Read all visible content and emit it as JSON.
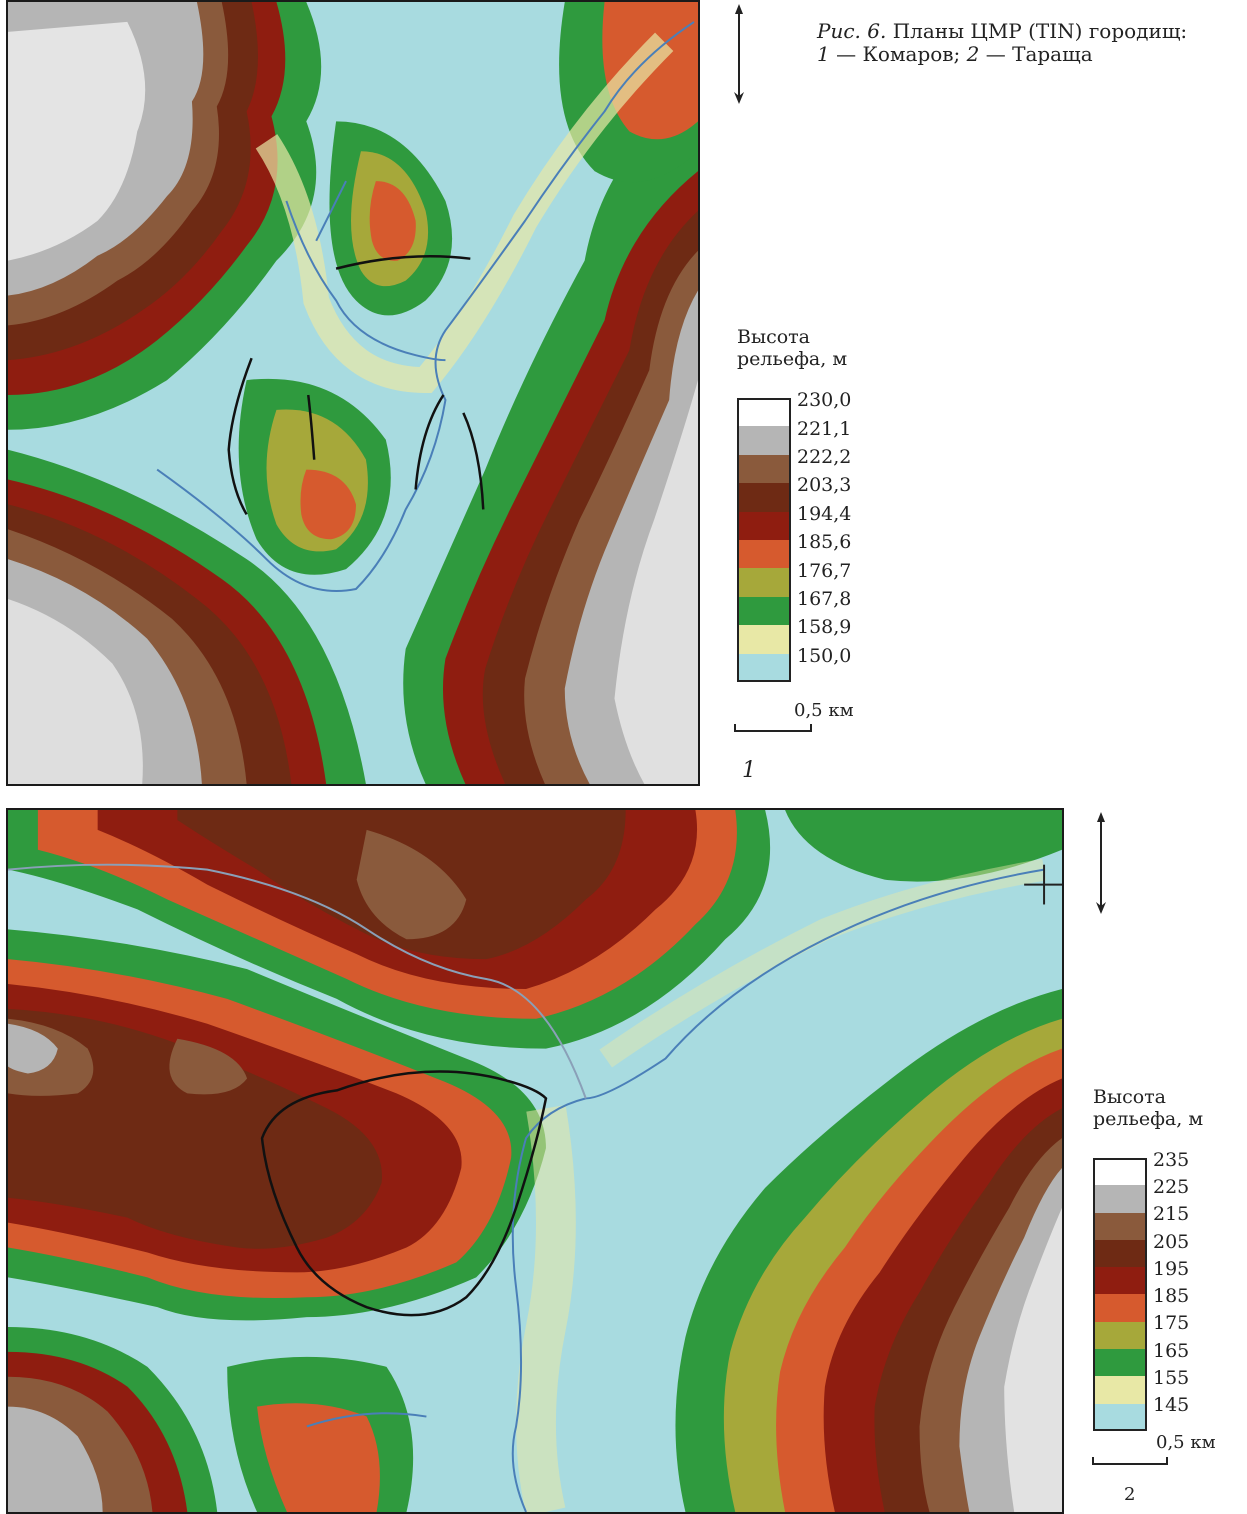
{
  "caption": {
    "label": "Рис. 6.",
    "text_line1": "Планы ЦМР (TIN) городищ:",
    "item1_num": "1",
    "item1_name": "— Комаров;",
    "item2_num": "2",
    "item2_name": "— Тараща"
  },
  "map1": {
    "panel_number": "1",
    "legend": {
      "title_line1": "Высота",
      "title_line2": "рельефа, м",
      "items": [
        {
          "value": "230,0",
          "color": "#ffffff"
        },
        {
          "value": "221,1",
          "color": "#b5b5b5"
        },
        {
          "value": "222,2",
          "color": "#8a5a3c"
        },
        {
          "value": "203,3",
          "color": "#6e2a14"
        },
        {
          "value": "194,4",
          "color": "#8f1d10"
        },
        {
          "value": "185,6",
          "color": "#d65a2e"
        },
        {
          "value": "176,7",
          "color": "#a6a83a"
        },
        {
          "value": "167,8",
          "color": "#2f9a3e"
        },
        {
          "value": "158,9",
          "color": "#e8e8a6"
        },
        {
          "value": "150,0",
          "color": "#a8dbe0"
        }
      ]
    },
    "scale_label": "0,5 км"
  },
  "map2": {
    "panel_number": "2",
    "legend": {
      "title_line1": "Высота",
      "title_line2": "рельефа, м",
      "items": [
        {
          "value": "235",
          "color": "#ffffff"
        },
        {
          "value": "225",
          "color": "#b5b5b5"
        },
        {
          "value": "215",
          "color": "#8a5a3c"
        },
        {
          "value": "205",
          "color": "#6e2a14"
        },
        {
          "value": "195",
          "color": "#8f1d10"
        },
        {
          "value": "185",
          "color": "#d65a2e"
        },
        {
          "value": "175",
          "color": "#a6a83a"
        },
        {
          "value": "165",
          "color": "#2f9a3e"
        },
        {
          "value": "155",
          "color": "#e8e8a6"
        },
        {
          "value": "145",
          "color": "#a8dbe0"
        }
      ]
    },
    "scale_label": "0,5 км"
  },
  "colors": {
    "river": "#4a7fb8",
    "fortification_line": "#111111",
    "frame": "#1a1a1a"
  }
}
